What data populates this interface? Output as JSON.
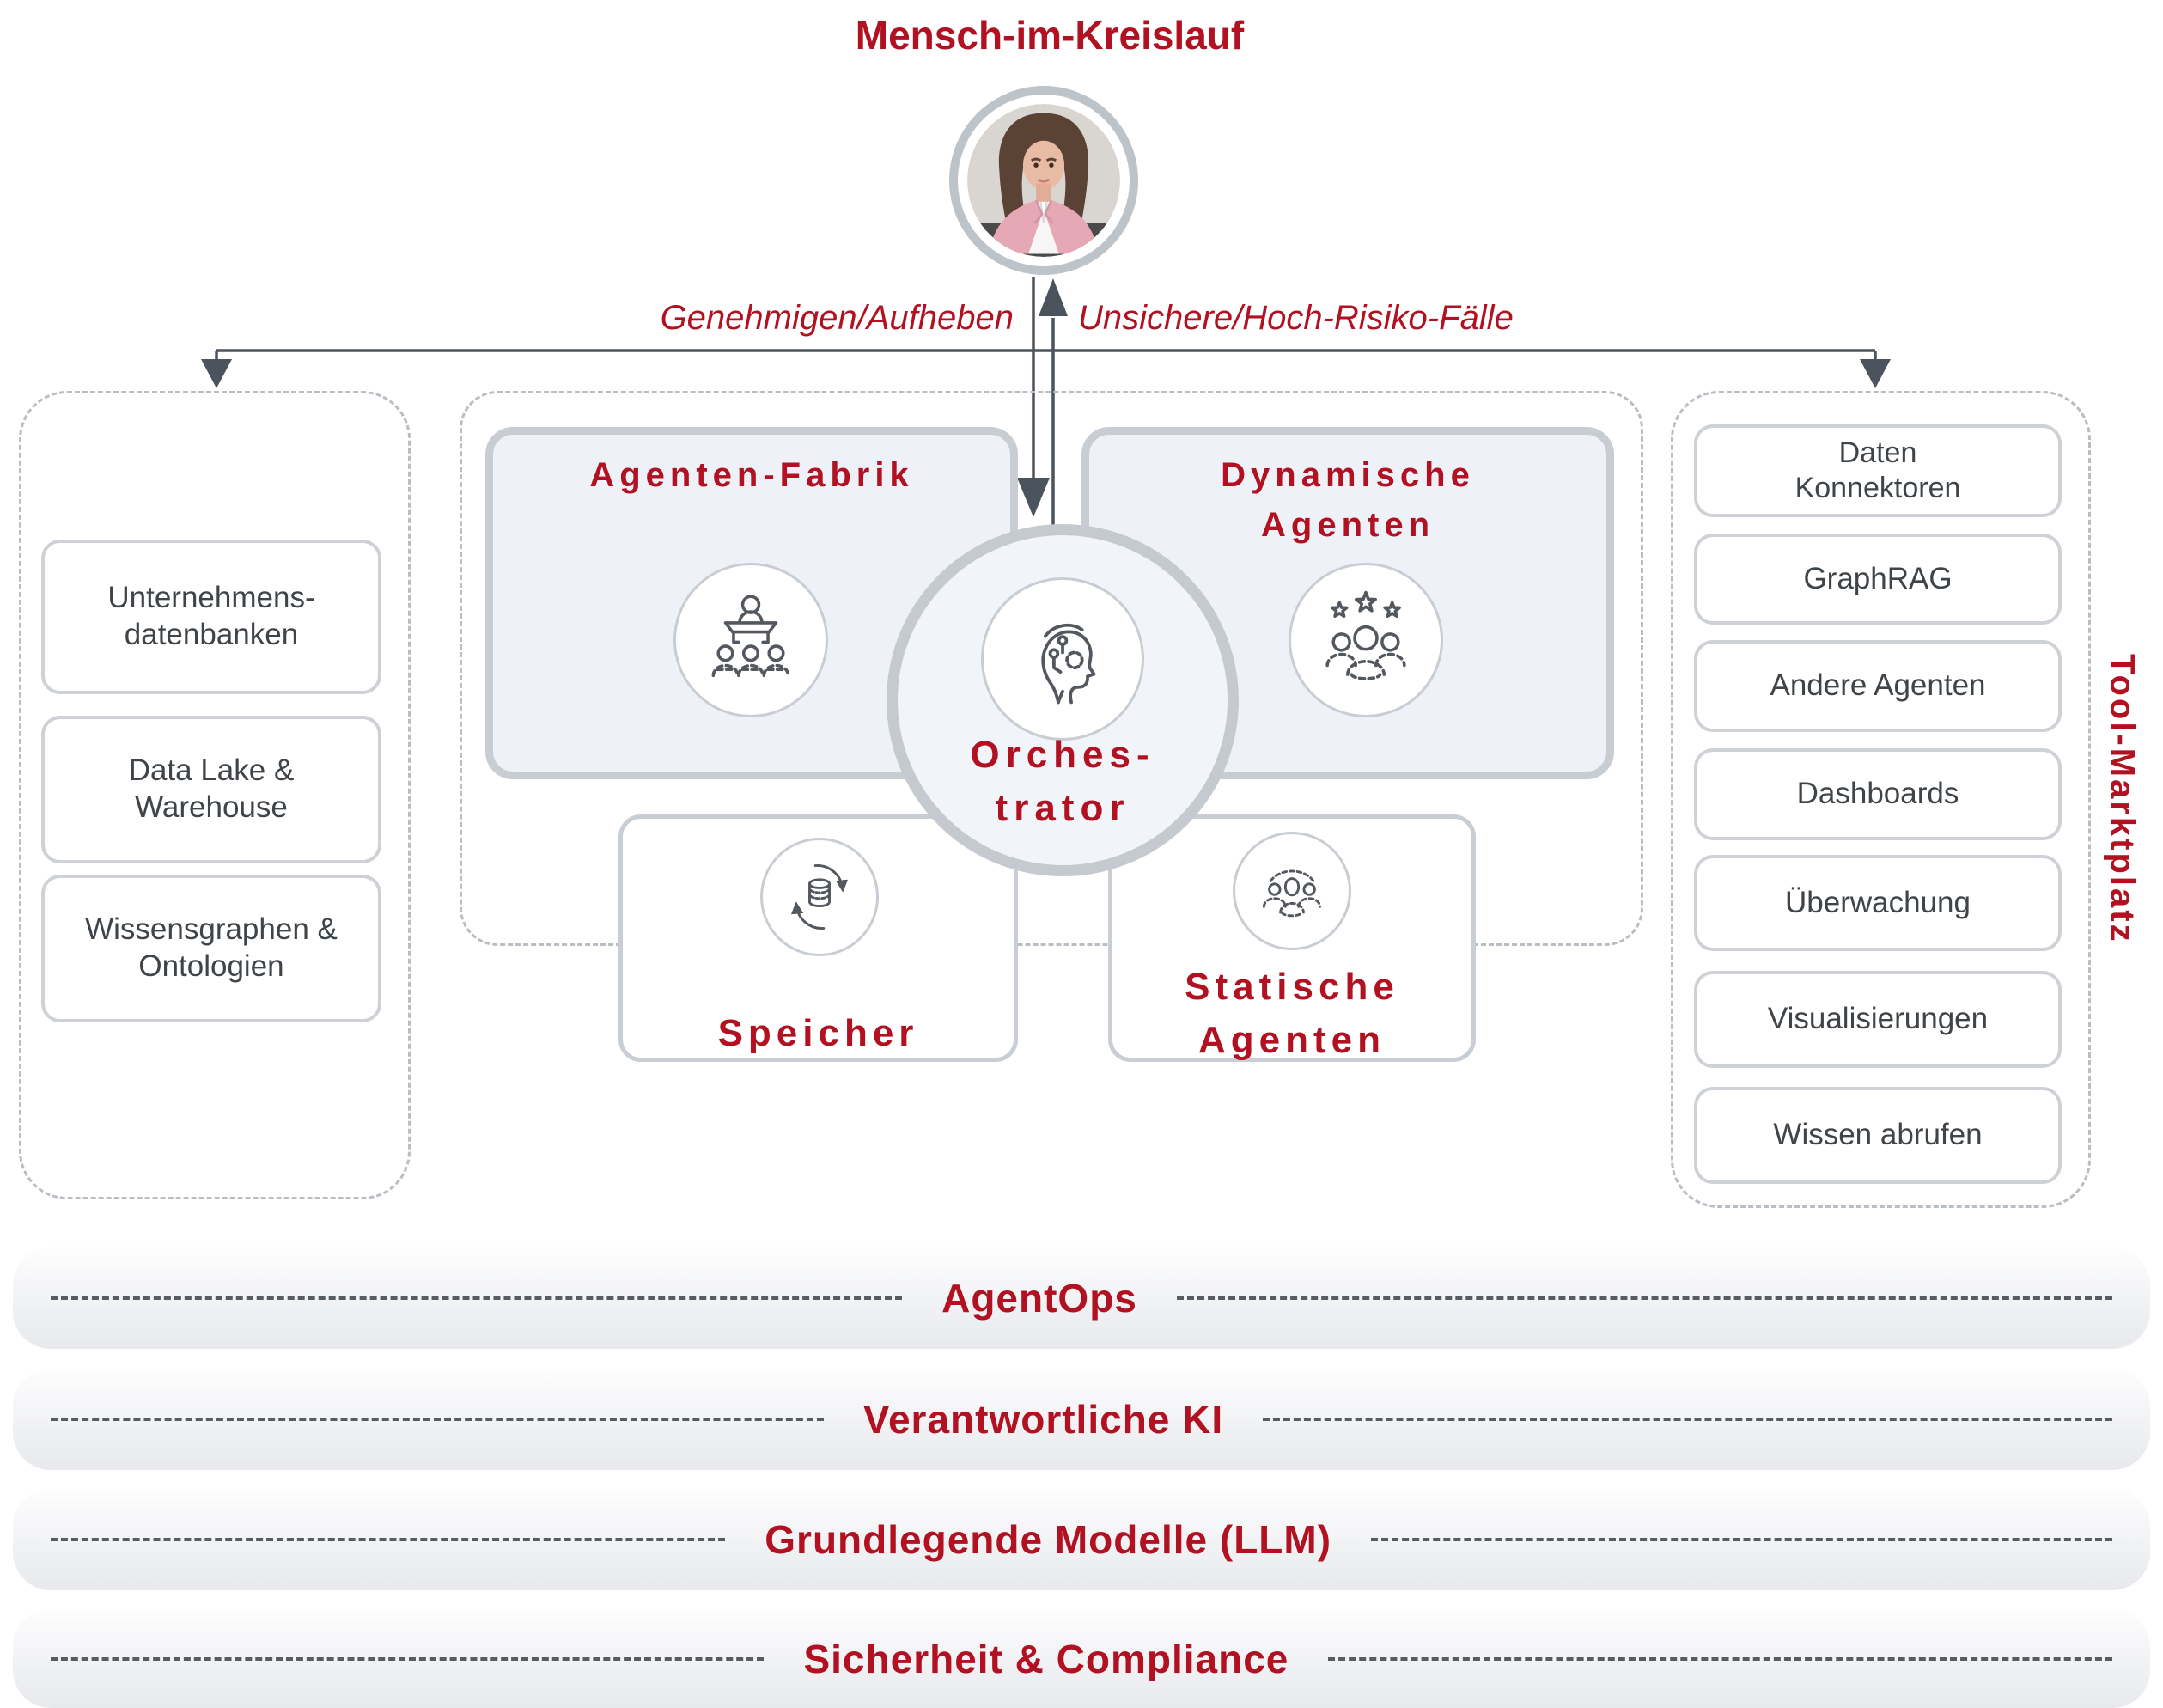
{
  "colors": {
    "accent_red": "#b11120",
    "connector_gray": "#4b535c",
    "panel_fill": "#eef2f8",
    "thick_border": "#c8cdd3",
    "dashed_border": "#b9bec4",
    "box_text": "#3f4448"
  },
  "header": {
    "title": "Mensch-im-Kreislauf"
  },
  "human_loop": {
    "avatar_icon": "woman-portrait-avatar",
    "approve_label": "Genehmigen/Aufheben",
    "risk_label": "Unsichere/Hoch-Risiko-Fälle"
  },
  "data_sources": {
    "items": [
      {
        "label": "Unternehmens-\ndatenbanken"
      },
      {
        "label": "Data Lake &\nWarehouse"
      },
      {
        "label": "Wissensgraphen &\nOntologien"
      }
    ]
  },
  "agent_platform": {
    "factory": {
      "label": "Agenten-Fabrik",
      "icon": "podium-team-icon"
    },
    "dynamic_agents": {
      "label": "Dynamische\nAgenten",
      "icon": "starred-team-icon"
    },
    "orchestrator": {
      "label": "Orches-\ntrator",
      "icon": "ai-head-icon"
    },
    "memory": {
      "label": "Speicher",
      "icon": "database-sync-icon"
    },
    "static_agents": {
      "label": "Statische\nAgenten",
      "icon": "team-group-icon"
    }
  },
  "tool_marketplace": {
    "title": "Tool-Marktplatz",
    "items": [
      {
        "label": "Daten\nKonnektoren"
      },
      {
        "label": "GraphRAG"
      },
      {
        "label": "Andere Agenten"
      },
      {
        "label": "Dashboards"
      },
      {
        "label": "Überwachung"
      },
      {
        "label": "Visualisierungen"
      },
      {
        "label": "Wissen abrufen"
      }
    ]
  },
  "layers": [
    {
      "label": "AgentOps"
    },
    {
      "label": "Verantwortliche KI"
    },
    {
      "label": "Grundlegende Modelle (LLM)"
    },
    {
      "label": "Sicherheit & Compliance"
    }
  ]
}
